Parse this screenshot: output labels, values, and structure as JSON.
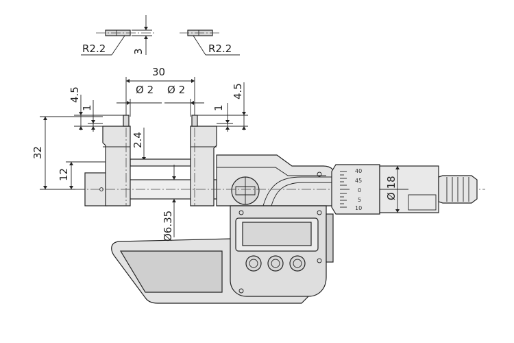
{
  "dimensions": {
    "tip_radius_left": "R2.2",
    "tip_radius_right": "R2.2",
    "tip_thickness": "3",
    "jaw_gap": "30",
    "tip_dia_left": "Ø 2",
    "tip_dia_right": "Ø 2",
    "tip_len_left": "4.5",
    "tip_len_right": "4.5",
    "tip_offset_left": "1",
    "tip_offset_right": "1",
    "height_total": "32",
    "height_axis": "12",
    "jaw_depth": "2.4",
    "spindle_dia": "Ø6.35",
    "thimble_dia": "Ø 18"
  },
  "thimble_scale": [
    "40",
    "45",
    "0",
    "5",
    "10"
  ],
  "colors": {
    "line": "#222222",
    "body_fill": "#dedede",
    "part_fill": "#e9e9e9",
    "lcd_fill": "#d7d7d7",
    "inlay_fill": "#cfcfcf"
  }
}
